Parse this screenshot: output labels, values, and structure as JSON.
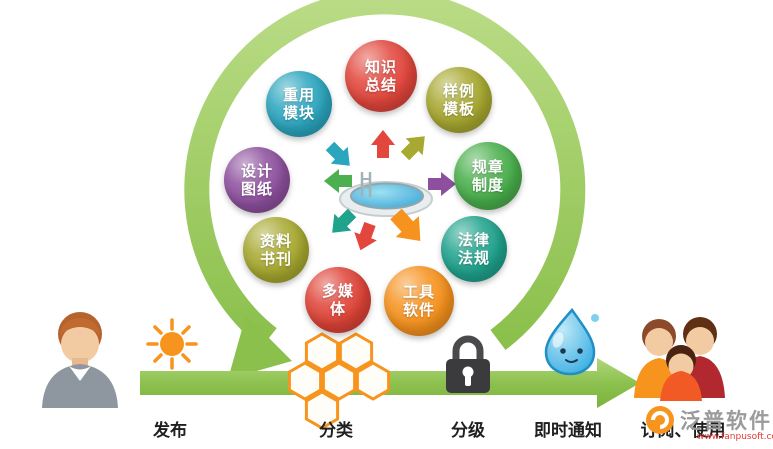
{
  "colors": {
    "arrow_green": "#8BC04C",
    "brand_orange": "#F7941D",
    "url_red": "#E53935"
  },
  "bubbles": [
    {
      "label": "重用\n模块",
      "color": "#2BA6BF"
    },
    {
      "label": "知识\n总结",
      "color": "#E2463C"
    },
    {
      "label": "样例\n模板",
      "color": "#A8A930"
    },
    {
      "label": "设计\n图纸",
      "color": "#8E509E"
    },
    {
      "label": "规章\n制度",
      "color": "#49AF4B"
    },
    {
      "label": "资料\n书刊",
      "color": "#A8A930"
    },
    {
      "label": "法律\n法规",
      "color": "#1FA38D"
    },
    {
      "label": "多媒\n体",
      "color": "#DF4337"
    },
    {
      "label": "工具\n软件",
      "color": "#F6921E"
    }
  ],
  "stages": [
    {
      "label": "发布",
      "icon": "publisher-person"
    },
    {
      "label": "分类",
      "icon": "honeycomb"
    },
    {
      "label": "分级",
      "icon": "padlock"
    },
    {
      "label": "即时通知",
      "icon": "water-drop"
    },
    {
      "label": "订阅、使用",
      "icon": "people-group"
    }
  ],
  "watermark": {
    "brand": "泛普软件",
    "url": "www.fanpusoft.com"
  }
}
